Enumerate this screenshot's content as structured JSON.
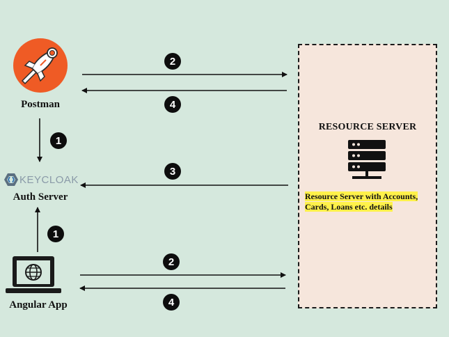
{
  "nodes": {
    "postman": {
      "label": "Postman"
    },
    "auth_server": {
      "label": "Auth Server",
      "logo_text": "KEYCLOAK"
    },
    "angular_app": {
      "label": "Angular App"
    },
    "resource_server": {
      "title": "RESOURCE SERVER",
      "note": "Resource Server with Accounts, Cards, Loans etc. details"
    }
  },
  "steps": {
    "postman_to_resource": "2",
    "resource_to_postman": "4",
    "postman_to_auth": "1",
    "resource_to_auth": "3",
    "angular_to_auth": "1",
    "angular_to_resource": "2",
    "resource_to_angular": "4"
  },
  "colors": {
    "background": "#d5e8dd",
    "resource_box": "#f6e6dc",
    "postman_orange": "#ef5b25",
    "highlight": "#fff14a"
  }
}
